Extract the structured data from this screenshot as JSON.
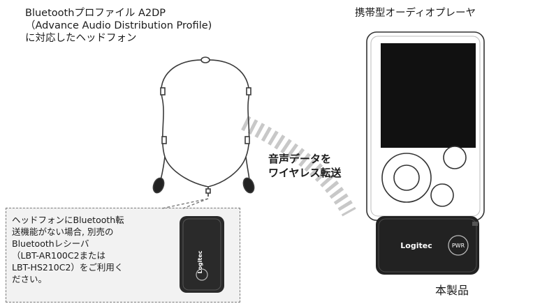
{
  "headphone_caption": [
    "Bluetoothプロファイル A2DP",
    "（Advance Audio Distribution Profile)",
    "に対応したヘッドフォン"
  ],
  "player_title": "携帯型オーディオプレーヤ",
  "transfer_label": [
    "音声データを",
    "ワイヤレス転送"
  ],
  "note_text": "ヘッドフォンにBluetooth転\n送機能がない場合, 別売の\nBluetoothレシーバ\n（LBT-AR100C2または\nLBT-HS210C2）をご利用く\nださい。",
  "product_label": "本製品",
  "adapter_brand": "Logitec",
  "adapter_button": "PWR",
  "receiver_brand": "Logitec",
  "icons": [
    "headphone-icon",
    "audio-player-icon",
    "wireless-wave-icon",
    "bluetooth-adapter-icon",
    "bluetooth-receiver-icon"
  ]
}
